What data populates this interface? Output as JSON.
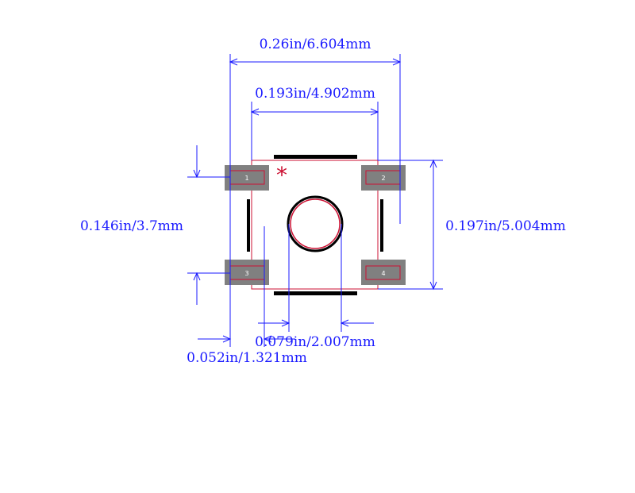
{
  "colors": {
    "dimension": "#1a1aff",
    "outline": "#cc1133",
    "silkscreen": "#000000",
    "pad": "#808080",
    "background": "#ffffff"
  },
  "pin1_marker": "*",
  "pads": [
    {
      "label": "1"
    },
    {
      "label": "2"
    },
    {
      "label": "3"
    },
    {
      "label": "4"
    }
  ],
  "dimensions": {
    "overall_width": "0.26in/6.604mm",
    "body_width": "0.193in/4.902mm",
    "pad_pitch_vertical": "0.146in/3.7mm",
    "body_height": "0.197in/5.004mm",
    "pad_width": "0.079in/2.007mm",
    "pad_height": "0.052in/1.321mm"
  }
}
